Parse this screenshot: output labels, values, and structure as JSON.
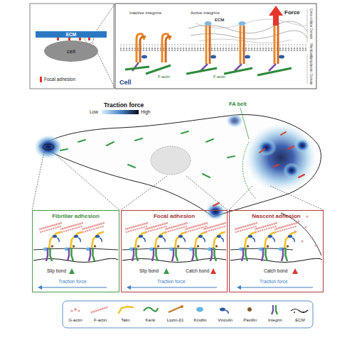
{
  "diagram": {
    "nodes": [
      {
        "text": [
          "ECM"
        ]
      },
      {
        "text": [
          "cell"
        ]
      },
      {
        "text": [
          "Fibrillar adhesion",
          "Slip bond",
          "Traction force"
        ]
      },
      {
        "text": [
          "Focal adhesion",
          "Slip bond",
          "Catch bond",
          "Traction force"
        ]
      },
      {
        "text": [
          "Nascent adhesion",
          "Catch bond",
          "Traction force"
        ]
      }
    ],
    "labels": [
      "Inactive integrins",
      "Active integrins",
      "ECM",
      "Force",
      "Extra-cellular Domain",
      "Membrane",
      "Cytoplasmic Domain",
      "F-actin",
      "F-actin",
      "Cell",
      "Traction force",
      "Low",
      "High",
      "FA belt"
    ],
    "legend": [
      {
        "text": "Focal adhesion",
        "color": "#e2352b"
      },
      {
        "text": "G-actin"
      },
      {
        "text": "F-actin"
      },
      {
        "text": "Talin"
      },
      {
        "text": "Kank"
      },
      {
        "text": "Liprin-β1"
      },
      {
        "text": "Kindlin"
      },
      {
        "text": "Vinculin"
      },
      {
        "text": "Paxillin"
      },
      {
        "text": "Integrin"
      },
      {
        "text": "ECM"
      }
    ]
  }
}
